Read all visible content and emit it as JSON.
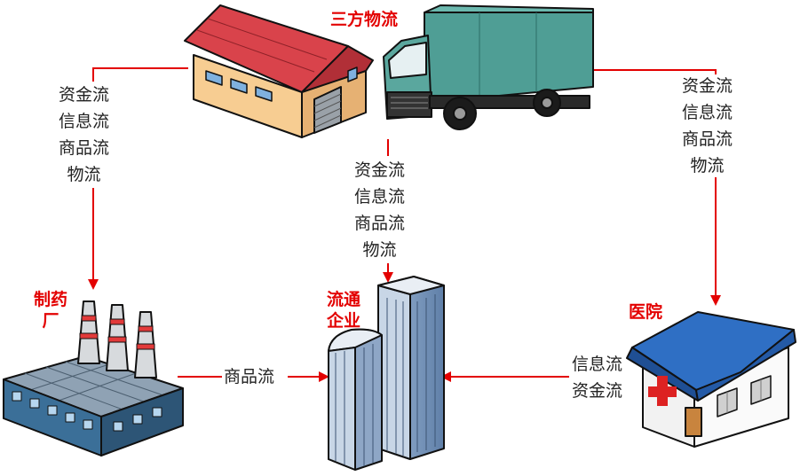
{
  "nodes": {
    "logistics": [
      "三方物流"
    ],
    "pharma": [
      "制药",
      "厂"
    ],
    "distributor": [
      "流通",
      "企业"
    ],
    "hospital": [
      "医院"
    ]
  },
  "flows": {
    "logistics_to_pharma": [
      "资金流",
      "信息流",
      "商品流",
      "物流"
    ],
    "logistics_to_distributor": [
      "资金流",
      "信息流",
      "商品流",
      "物流"
    ],
    "logistics_to_hospital": [
      "资金流",
      "信息流",
      "商品流",
      "物流"
    ],
    "pharma_to_distributor": [
      "商品流"
    ],
    "hospital_to_distributor": [
      "信息流",
      "资金流"
    ]
  },
  "colors": {
    "arrow": "#e30000",
    "node_label": "#e30000"
  }
}
